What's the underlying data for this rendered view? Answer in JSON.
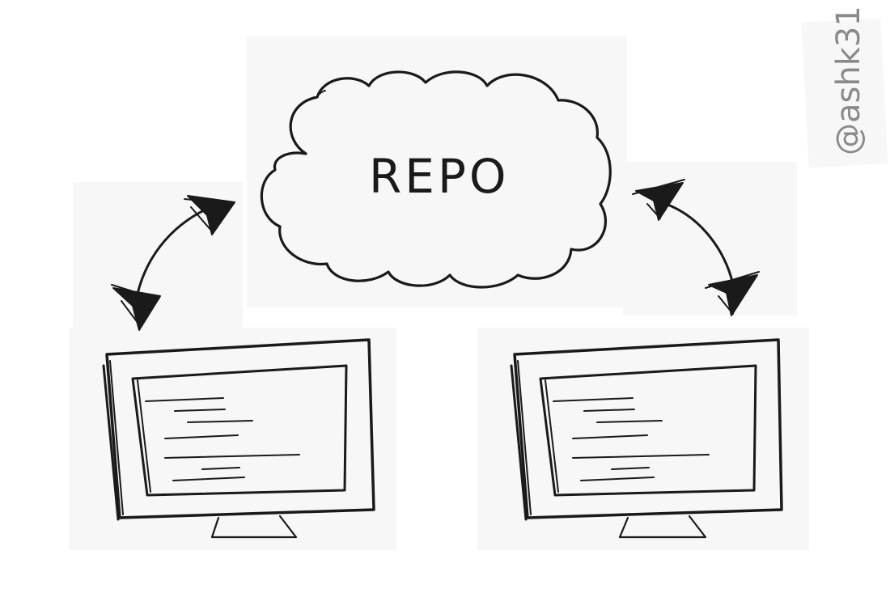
{
  "diagram": {
    "repo_label": "REPO",
    "watermark": "@ashk31",
    "colors": {
      "background": "#ffffff",
      "paper": "#f7f7f7",
      "ink": "#1a1a1a",
      "watermark": "#8a8a8a"
    },
    "nodes": [
      {
        "id": "repo",
        "shape": "cloud-icon"
      },
      {
        "id": "computer-left",
        "shape": "monitor-icon"
      },
      {
        "id": "computer-right",
        "shape": "monitor-icon"
      }
    ],
    "connections": [
      {
        "from": "repo",
        "to": "computer-left",
        "direction": "bidirectional"
      },
      {
        "from": "repo",
        "to": "computer-right",
        "direction": "bidirectional"
      }
    ]
  }
}
